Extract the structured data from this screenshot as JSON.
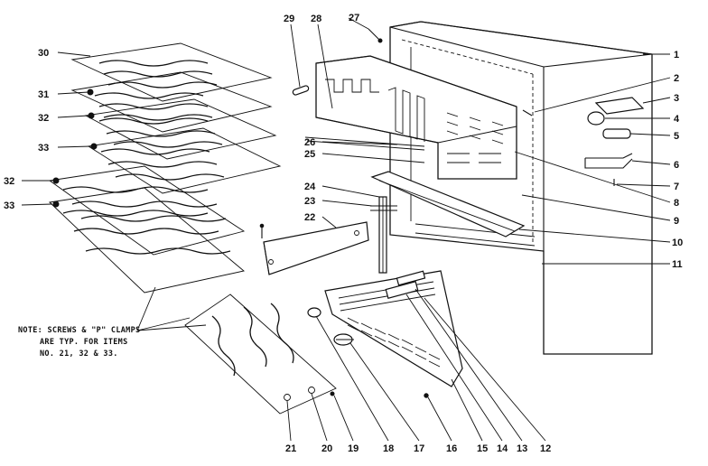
{
  "diagram": {
    "callouts": [
      "1",
      "2",
      "3",
      "4",
      "5",
      "6",
      "7",
      "8",
      "9",
      "10",
      "11",
      "12",
      "13",
      "14",
      "15",
      "16",
      "17",
      "18",
      "19",
      "20",
      "21",
      "22",
      "23",
      "24",
      "25",
      "26",
      "27",
      "28",
      "29",
      "30",
      "31",
      "32",
      "33"
    ],
    "callout_32_second": "32",
    "callout_33_second": "33",
    "note_lines": [
      "NOTE: SCREWS & \"P\" CLAMPS",
      "ARE TYP. FOR ITEMS",
      "NO. 21, 32 & 33."
    ]
  }
}
